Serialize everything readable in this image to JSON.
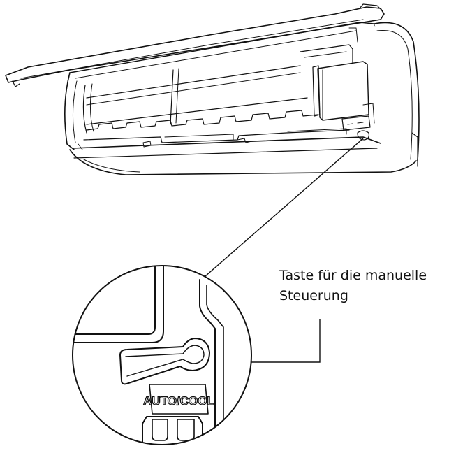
{
  "callout": {
    "line1": "Taste für die manuelle",
    "line2": "Steuerung"
  },
  "detail": {
    "button_label": "AUTO/COOL"
  },
  "colors": {
    "line": "#111111",
    "background": "#ffffff"
  }
}
